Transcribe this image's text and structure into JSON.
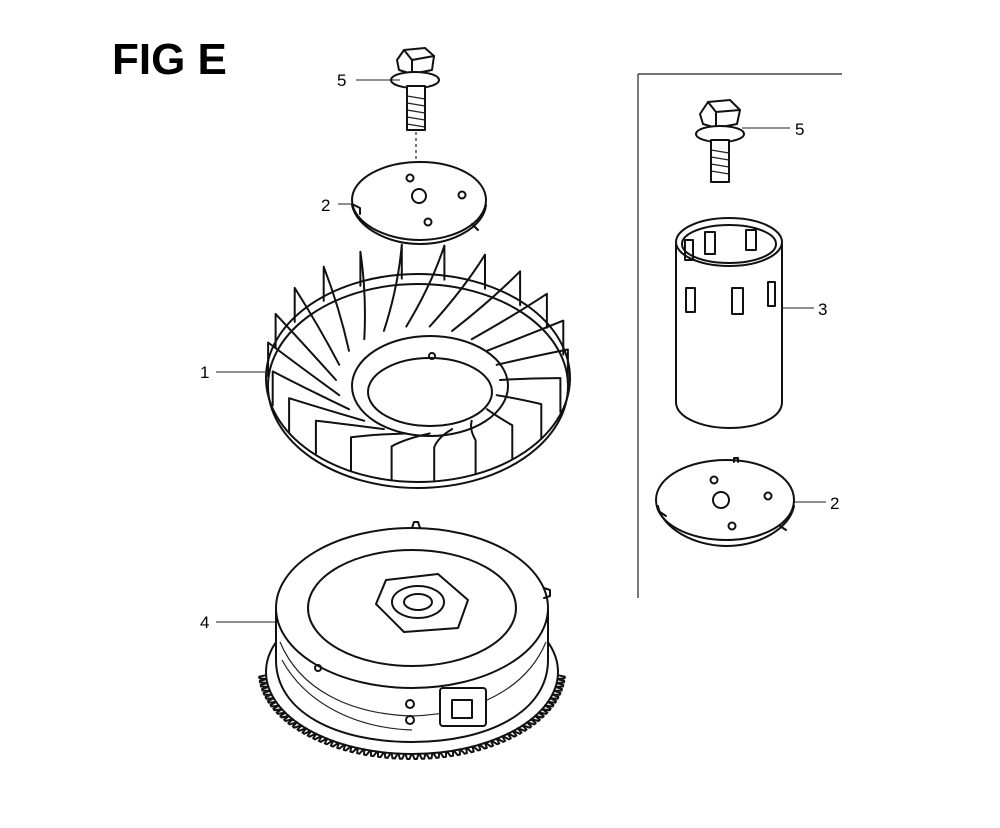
{
  "figure": {
    "title": "FIG E"
  },
  "callouts": {
    "bolt_main": "5",
    "plate_main": "2",
    "fan": "1",
    "flywheel": "4",
    "bolt_alt": "5",
    "pulley_alt": "3",
    "plate_alt": "2"
  }
}
